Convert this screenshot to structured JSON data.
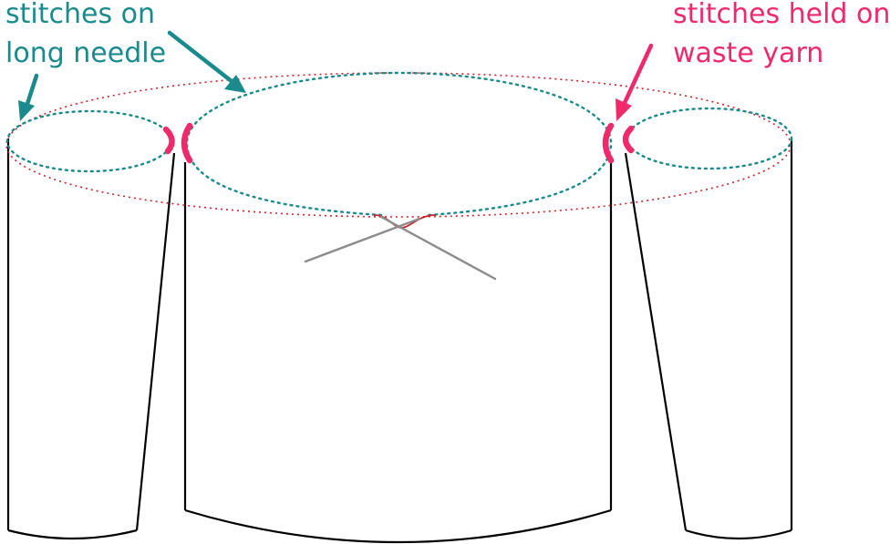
{
  "labels": {
    "needle_line1": "stitches on",
    "needle_line2": "long needle",
    "waste_line1": "stitches held on",
    "waste_line2": "waste yarn"
  },
  "colors": {
    "teal": "#1a8a8c",
    "pink": "#ee2a6b",
    "red_dotted": "#c8242c",
    "outline": "#000000",
    "needle_gray": "#8c8c8c"
  }
}
